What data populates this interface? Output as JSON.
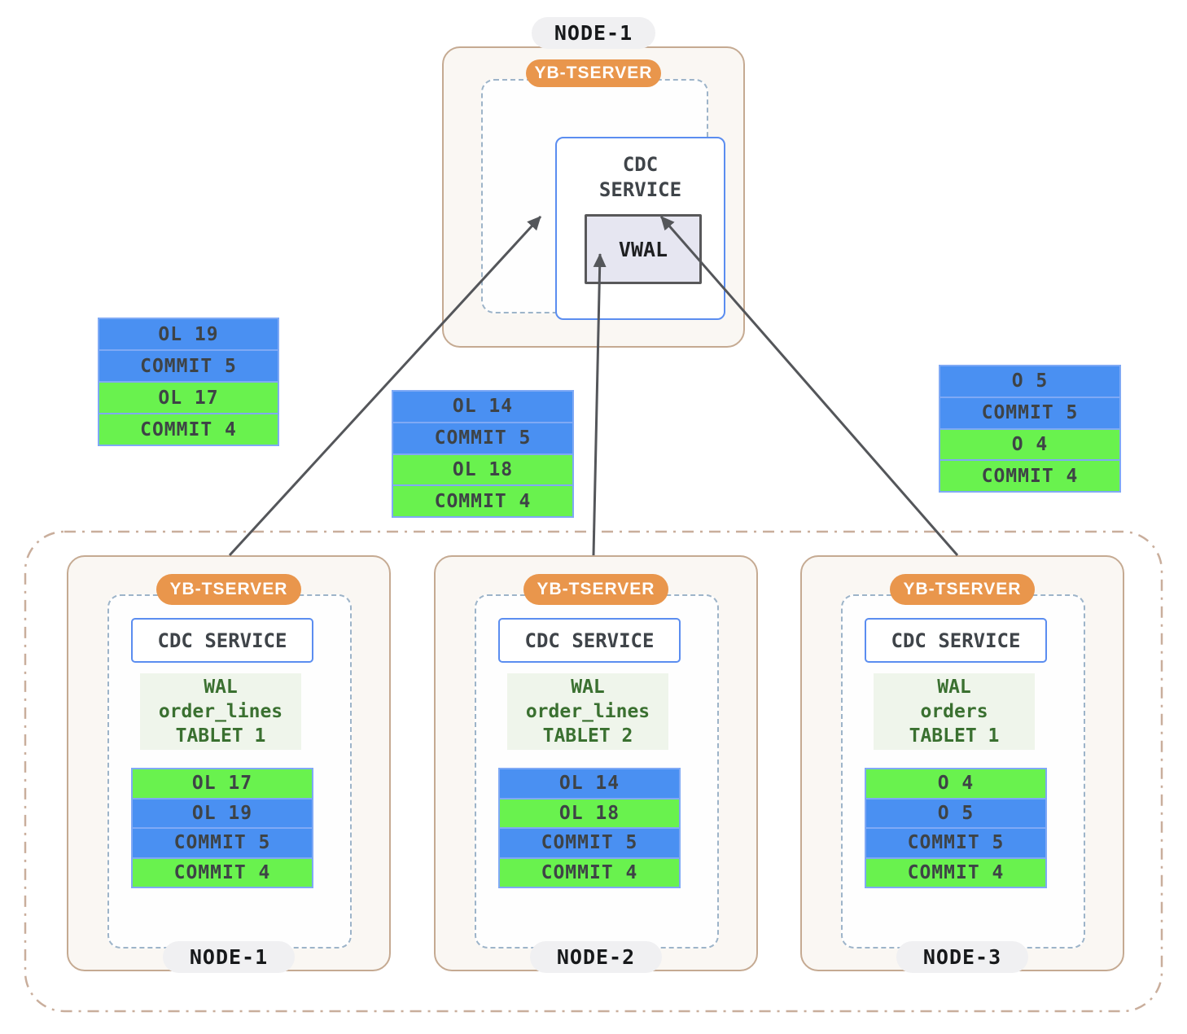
{
  "palette": {
    "blue_bar": "#4A90F2",
    "green_bar": "#69F24E",
    "bar_border": "#7FA9F5",
    "tserver_badge": "#E9964C",
    "node_border": "#C5AA92",
    "node_background": "#FAF7F3",
    "dashed_border": "#9DB4C9",
    "cdc_border": "#5B8DF0",
    "vwal_background": "#E6E6F1",
    "vwal_border": "#58585A",
    "wal_label_background": "#EFF5EB",
    "wal_label_text": "#3A7030",
    "node_pill_background": "#F0F0F2",
    "arrow": "#54565A",
    "cluster_border": "#C9AE9C"
  },
  "top_node": {
    "label": "NODE-1",
    "tserver": "YB-TSERVER",
    "cdc_title_line1": "CDC",
    "cdc_title_line2": "SERVICE",
    "vwal_label": "VWAL"
  },
  "floating_stacks": {
    "left": {
      "bars": [
        {
          "label": "OL 19",
          "color": "blue"
        },
        {
          "label": "COMMIT 5",
          "color": "blue"
        },
        {
          "label": "OL 17",
          "color": "green"
        },
        {
          "label": "COMMIT 4",
          "color": "green"
        }
      ]
    },
    "middle": {
      "bars": [
        {
          "label": "OL 14",
          "color": "blue"
        },
        {
          "label": "COMMIT 5",
          "color": "blue"
        },
        {
          "label": "OL 18",
          "color": "green"
        },
        {
          "label": "COMMIT 4",
          "color": "green"
        }
      ]
    },
    "right": {
      "bars": [
        {
          "label": "O 5",
          "color": "blue"
        },
        {
          "label": "COMMIT 5",
          "color": "blue"
        },
        {
          "label": "O 4",
          "color": "green"
        },
        {
          "label": "COMMIT 4",
          "color": "green"
        }
      ]
    }
  },
  "cluster": {
    "nodes": [
      {
        "label": "NODE-1",
        "tserver": "YB-TSERVER",
        "cdc_title": "CDC SERVICE",
        "wal_line1": "WAL",
        "wal_line2": "order_lines",
        "wal_line3": "TABLET 1",
        "bars": [
          {
            "label": "OL 17",
            "color": "green"
          },
          {
            "label": "OL 19",
            "color": "blue"
          },
          {
            "label": "COMMIT 5",
            "color": "blue"
          },
          {
            "label": "COMMIT 4",
            "color": "green"
          }
        ]
      },
      {
        "label": "NODE-2",
        "tserver": "YB-TSERVER",
        "cdc_title": "CDC SERVICE",
        "wal_line1": "WAL",
        "wal_line2": "order_lines",
        "wal_line3": "TABLET 2",
        "bars": [
          {
            "label": "OL 14",
            "color": "blue"
          },
          {
            "label": "OL 18",
            "color": "green"
          },
          {
            "label": "COMMIT 5",
            "color": "blue"
          },
          {
            "label": "COMMIT 4",
            "color": "green"
          }
        ]
      },
      {
        "label": "NODE-3",
        "tserver": "YB-TSERVER",
        "cdc_title": "CDC SERVICE",
        "wal_line1": "WAL",
        "wal_line2": "orders",
        "wal_line3": "TABLET 1",
        "bars": [
          {
            "label": "O 4",
            "color": "green"
          },
          {
            "label": "O 5",
            "color": "blue"
          },
          {
            "label": "COMMIT 5",
            "color": "blue"
          },
          {
            "label": "COMMIT 4",
            "color": "green"
          }
        ]
      }
    ]
  }
}
